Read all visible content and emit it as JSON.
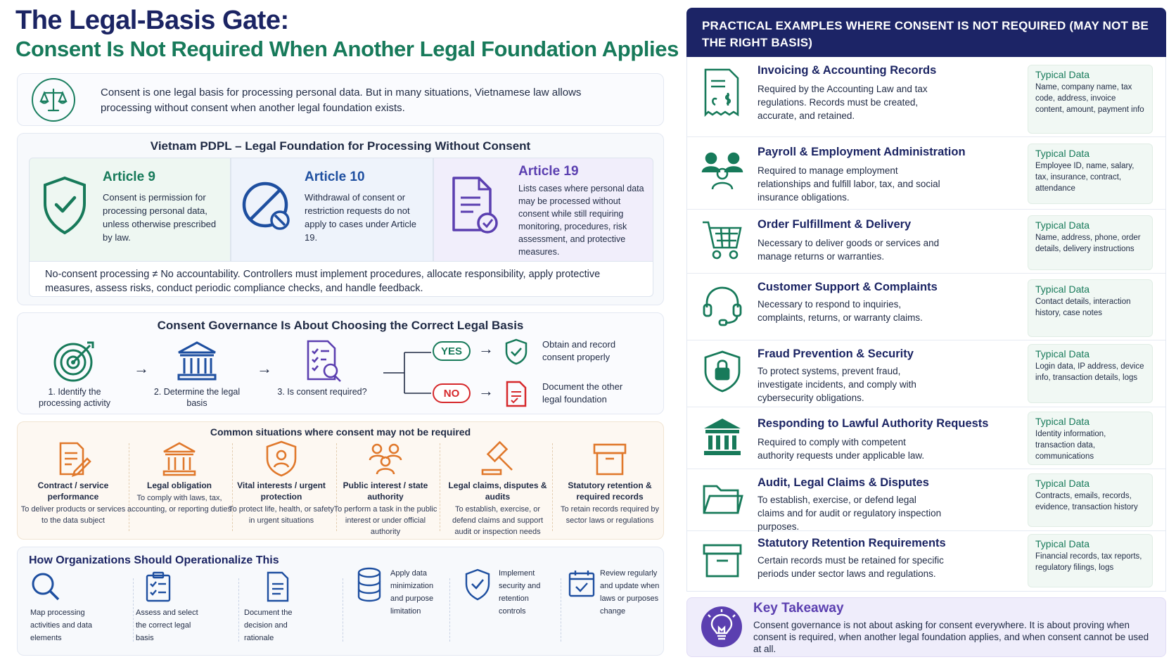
{
  "header": {
    "title": "The Legal-Basis Gate:",
    "subtitle": "Consent Is Not Required When Another Legal Foundation Applies"
  },
  "intro": {
    "icon": "scales-icon",
    "text": "Consent is one legal basis for processing personal data. But in many situations, Vietnamese law allows processing without consent when another legal foundation exists."
  },
  "pdpl": {
    "title": "Vietnam PDPL – Legal Foundation for Processing Without Consent",
    "articles": [
      {
        "title": "Article 9",
        "text": "Consent is permission for processing personal data, unless otherwise prescribed by law.",
        "icon": "shield-check-icon"
      },
      {
        "title": "Article 10",
        "text": "Withdrawal of consent or restriction requests do not apply to cases under Article 19.",
        "icon": "prohibited-icon"
      },
      {
        "title": "Article 19",
        "text": "Lists cases where personal data may be processed without consent while still requiring monitoring, procedures, risk assessment, and protective measures.",
        "icon": "document-check-icon"
      }
    ],
    "note": "No-consent processing ≠ No accountability. Controllers must implement procedures, allocate responsibility, apply protective measures, assess risks, conduct periodic compliance checks, and handle feedback."
  },
  "governance": {
    "title": "Consent Governance Is About Choosing the Correct Legal Basis",
    "steps": [
      {
        "label": "1. Identify the processing activity",
        "icon": "target-icon"
      },
      {
        "label": "2. Determine the legal basis",
        "icon": "building-icon"
      },
      {
        "label": "3. Is consent required?",
        "icon": "checklist-search-icon"
      }
    ],
    "arrow": "→",
    "yes_label": "YES",
    "no_label": "NO",
    "yes_outcome": "Obtain and record consent properly",
    "no_outcome": "Document the other legal foundation"
  },
  "situations": {
    "title": "Common situations where consent may not be required",
    "items": [
      {
        "title": "Contract / service performance",
        "text": "To deliver products or services to the data subject",
        "icon": "contract-icon"
      },
      {
        "title": "Legal obligation",
        "text": "To comply with laws, tax, accounting, or reporting duties",
        "icon": "courthouse-icon"
      },
      {
        "title": "Vital interests / urgent protection",
        "text": "To protect life, health, or safety in urgent situations",
        "icon": "shield-person-icon"
      },
      {
        "title": "Public interest / state authority",
        "text": "To perform a task in the public interest or under official authority",
        "icon": "people-icon"
      },
      {
        "title": "Legal claims, disputes & audits",
        "text": "To establish, exercise, or defend claims and support audit or inspection needs",
        "icon": "gavel-icon"
      },
      {
        "title": "Statutory retention & required records",
        "text": "To retain records required by sector laws or regulations",
        "icon": "archive-box-icon"
      }
    ]
  },
  "operationalize": {
    "title": "How Organizations Should Operationalize This",
    "items": [
      {
        "label": "Map processing activities and data elements",
        "icon": "magnifier-icon"
      },
      {
        "label": "Assess and select the correct legal basis",
        "icon": "clipboard-check-icon"
      },
      {
        "label": "Document the decision and rationale",
        "icon": "document-icon"
      },
      {
        "label": "Apply data minimization and purpose limitation",
        "icon": "database-icon"
      },
      {
        "label": "Implement security and retention controls",
        "icon": "shield-check-icon"
      },
      {
        "label": "Review regularly and update when laws or purposes change",
        "icon": "calendar-check-icon"
      }
    ]
  },
  "examples": {
    "title": "PRACTICAL EXAMPLES WHERE CONSENT IS NOT REQUIRED (MAY NOT BE THE RIGHT BASIS)",
    "typical_label": "Typical Data",
    "items": [
      {
        "title": "Invoicing & Accounting Records",
        "text": "Required by the Accounting Law and tax regulations. Records must be created, accurate, and retained.",
        "typical": "Name, company name, tax code, address, invoice content, amount, payment info",
        "icon": "invoice-icon"
      },
      {
        "title": "Payroll & Employment Administration",
        "text": "Required to manage employment relationships and fulfill labor, tax, and social insurance obligations.",
        "typical": "Employee ID, name, salary, tax, insurance, contract, attendance",
        "icon": "team-icon"
      },
      {
        "title": "Order Fulfillment & Delivery",
        "text": "Necessary to deliver goods or services and manage returns or warranties.",
        "typical": "Name, address, phone, order details, delivery instructions",
        "icon": "shopping-cart-icon"
      },
      {
        "title": "Customer Support & Complaints",
        "text": "Necessary to respond to inquiries, complaints, returns, or warranty claims.",
        "typical": "Contact details, interaction history, case notes",
        "icon": "headset-icon"
      },
      {
        "title": "Fraud Prevention & Security",
        "text": "To protect systems, prevent fraud, investigate incidents, and comply with cybersecurity obligations.",
        "typical": "Login data, IP address, device info, transaction details, logs",
        "icon": "shield-lock-icon"
      },
      {
        "title": "Responding to Lawful Authority Requests",
        "text": "Required to comply with competent authority requests under applicable law.",
        "typical": "Identity information, transaction data, communications",
        "icon": "government-building-icon"
      },
      {
        "title": "Audit, Legal Claims & Disputes",
        "text": "To establish, exercise, or defend legal claims and for audit or regulatory inspection purposes.",
        "typical": "Contracts, emails, records, evidence, transaction history",
        "icon": "folder-icon"
      },
      {
        "title": "Statutory Retention Requirements",
        "text": "Certain records must be retained for specific periods under sector laws and regulations.",
        "typical": "Financial records, tax reports, regulatory filings, logs",
        "icon": "archive-box-icon"
      }
    ]
  },
  "takeaway": {
    "title": "Key Takeaway",
    "text": "Consent governance is not about asking for consent everywhere. It is about proving when consent is required, when another legal foundation applies, and when consent cannot be used at all.",
    "icon": "lightbulb-icon"
  },
  "colors": {
    "navy": "#1c2466",
    "green": "#177a5a",
    "blue": "#1e4fa0",
    "purple": "#5b3fb0",
    "orange": "#e0782b",
    "red": "#d6282b"
  }
}
